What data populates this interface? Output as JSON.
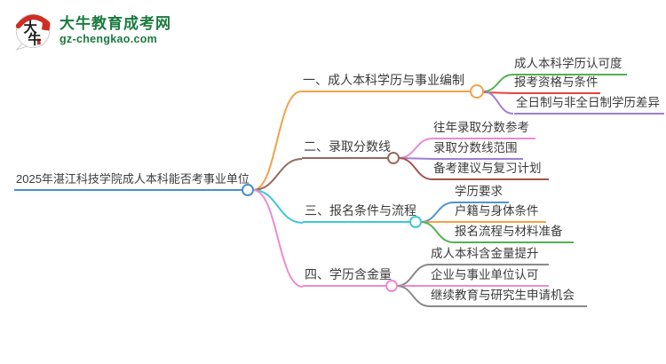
{
  "logo": {
    "icon_text_top": "大",
    "icon_text_bottom": "牛",
    "site_name": "大牛教育成考网",
    "site_url": "gz-chengkao.com",
    "brand_green": "#1c7a3f",
    "accent_red": "#cf2e24"
  },
  "mindmap": {
    "root": {
      "label": "2025年湛江科技学院成人本科能否考事业单位",
      "color": "#4a8fc9"
    },
    "branches": [
      {
        "label": "一、成人本科学历与事业编制",
        "color": "#f5a04a",
        "children": [
          {
            "label": "成人本科学历认可度",
            "color": "#52b152"
          },
          {
            "label": "报考资格与条件",
            "color": "#e8433e"
          },
          {
            "label": "全日制与非全日制学历差异",
            "color": "#9e7fd1"
          }
        ]
      },
      {
        "label": "二、录取分数线",
        "color": "#996a5c",
        "children": [
          {
            "label": "往年录取分数参考",
            "color": "#ee8ad2"
          },
          {
            "label": "录取分数线范围",
            "color": "#9e7fd1"
          },
          {
            "label": "备考建议与复习计划",
            "color": "#a5544a"
          }
        ]
      },
      {
        "label": "三、报名条件与流程",
        "color": "#3fc6de",
        "children": [
          {
            "label": "学历要求",
            "color": "#4f94d0"
          },
          {
            "label": "户籍与身体条件",
            "color": "#f5a04a"
          },
          {
            "label": "报名流程与材料准备",
            "color": "#52b152"
          }
        ]
      },
      {
        "label": "四、学历含金量",
        "color": "#ee8ad2",
        "children": [
          {
            "label": "成人本科含金量提升",
            "color": "#8a8a8a"
          },
          {
            "label": "企业与事业单位认可",
            "color": "#ee8ad2"
          },
          {
            "label": "继续教育与研究生申请机会",
            "color": "#8a8a8a"
          }
        ]
      }
    ]
  }
}
